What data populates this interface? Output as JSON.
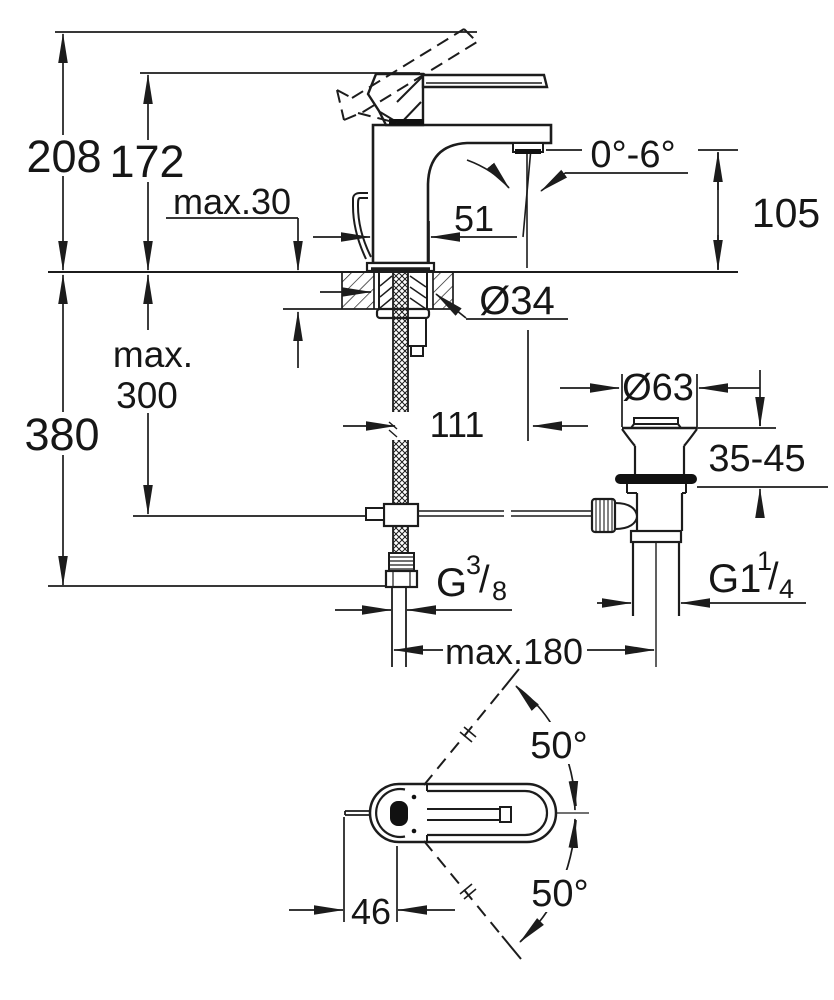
{
  "drawing_colors": {
    "line": "#1c1c1c",
    "background": "#ffffff",
    "fill_dark": "#111111"
  },
  "labels": {
    "total_height": "208",
    "height_to_outlet": "172",
    "max_deck_thickness": "max.30",
    "body_width": "51",
    "aerator_angle": "0°-6°",
    "outlet_height": "105",
    "hole_diameter": "Ø34",
    "hose_clearance_line1": "max.",
    "hose_clearance_line2": "300",
    "below_deck_height": "380",
    "outlet_projection": "111",
    "waste_flange_diameter": "Ø63",
    "waste_deck_range": "35-45",
    "supply_thread": {
      "prefix": "G",
      "numerator": "3",
      "slash": "/",
      "denominator": "8"
    },
    "waste_thread": {
      "prefix": "G1",
      "numerator": "1",
      "slash": "/",
      "denominator": "4"
    },
    "max_rod_length": "max.180",
    "swivel_angle_upper": "50°",
    "swivel_angle_lower": "50°",
    "rod_offset": "46"
  }
}
